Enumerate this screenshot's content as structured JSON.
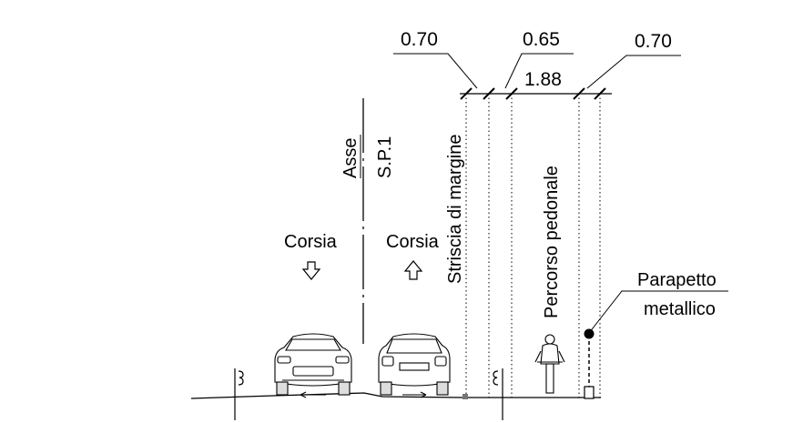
{
  "dimensions": {
    "left_width": "0.70",
    "middle_width": "0.65",
    "right_width": "0.70",
    "total_width": "1.88"
  },
  "labels": {
    "axis_word": "Asse",
    "axis_road": "S.P.1",
    "lane_left": "Corsia",
    "lane_right": "Corsia",
    "edge_stripe": "Striscia di margine",
    "pedestrian_path": "Percorso pedonale",
    "parapet_line1": "Parapetto",
    "parapet_line2": "metallico"
  },
  "icons": {
    "lane_left_arrow": "arrow-down-icon",
    "lane_right_arrow": "arrow-up-icon"
  }
}
